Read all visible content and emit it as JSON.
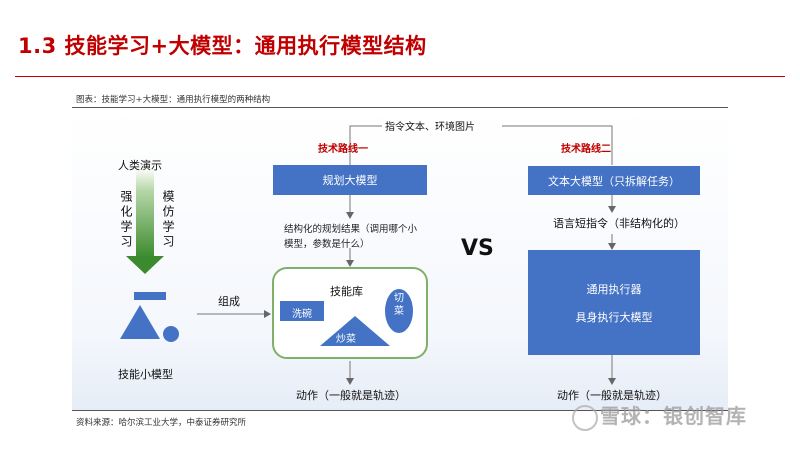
{
  "header": {
    "title": "1.3 技能学习+大模型：通用执行模型结构"
  },
  "figure": {
    "caption": "图表：技能学习+大模型：通用执行模型的两种结构",
    "source": "资料来源：哈尔滨工业大学，中泰证券研究所"
  },
  "left": {
    "human_demo": "人类演示",
    "reinforce": "强化学习",
    "imitate": "模仿学习",
    "small_models": "技能小模型",
    "compose": "组成"
  },
  "route1": {
    "label": "技术路线一",
    "planning_model": "规划大模型",
    "structured_result": "结构化的规划结果（调用哪个小模型，参数是什么）",
    "skill_lib": "技能库",
    "skill_wash": "洗碗",
    "skill_cut": "切菜",
    "skill_fry": "炒菜",
    "action": "动作（一般就是轨迹）"
  },
  "center": {
    "instruction": "指令文本、环境图片",
    "vs": "VS"
  },
  "route2": {
    "label": "技术路线二",
    "text_model": "文本大模型（只拆解任务）",
    "language_cmd": "语言短指令（非结构化的）",
    "executor": "通用执行器",
    "embodied_model": "具身执行大模型",
    "action": "动作（一般就是轨迹）"
  },
  "watermark": {
    "text": "雪球：银创智库"
  },
  "colors": {
    "accent_red": "#c00000",
    "box_blue": "#4472c4",
    "arrow_green": "#3c8a2e",
    "skill_border": "#7fb06a"
  }
}
